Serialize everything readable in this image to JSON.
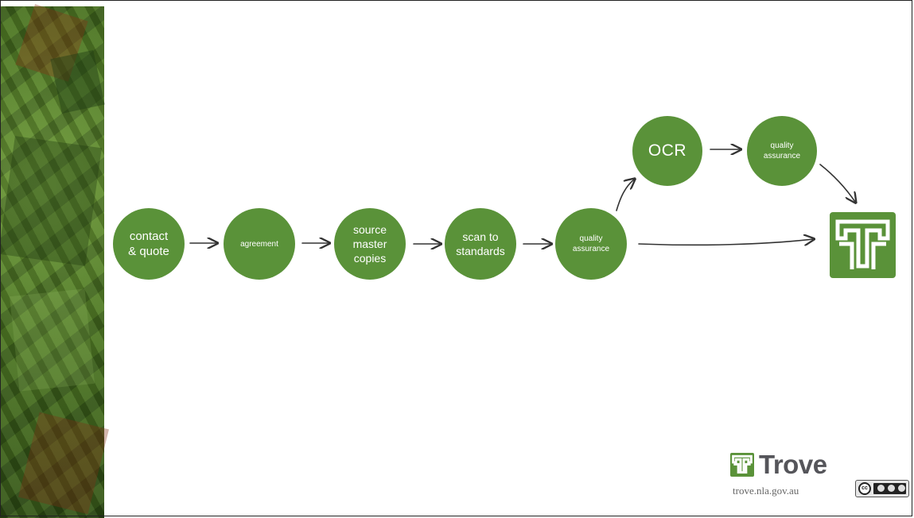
{
  "slide": {
    "nodes": {
      "contact_quote": [
        "contact",
        "& quote"
      ],
      "agreement": "agreement",
      "source_master_copies": [
        "source",
        "master",
        "copies"
      ],
      "scan_to_standards": [
        "scan to",
        "standards"
      ],
      "quality_assurance_1": [
        "quality",
        "assurance"
      ],
      "ocr": "OCR",
      "quality_assurance_2": [
        "quality",
        "assurance"
      ]
    },
    "brand": {
      "name": "Trove",
      "url": "trove.nla.gov.au",
      "license_label": "cc"
    },
    "colors": {
      "accent_green": "#5a9239",
      "sidebar_green": "#4b7422",
      "brand_gray": "#55555a",
      "arrow": "#333333"
    },
    "icons": {
      "destination": "trove-logo-icon",
      "brand_mark": "trove-mark-icon",
      "license": "creative-commons-badge-icon"
    }
  }
}
